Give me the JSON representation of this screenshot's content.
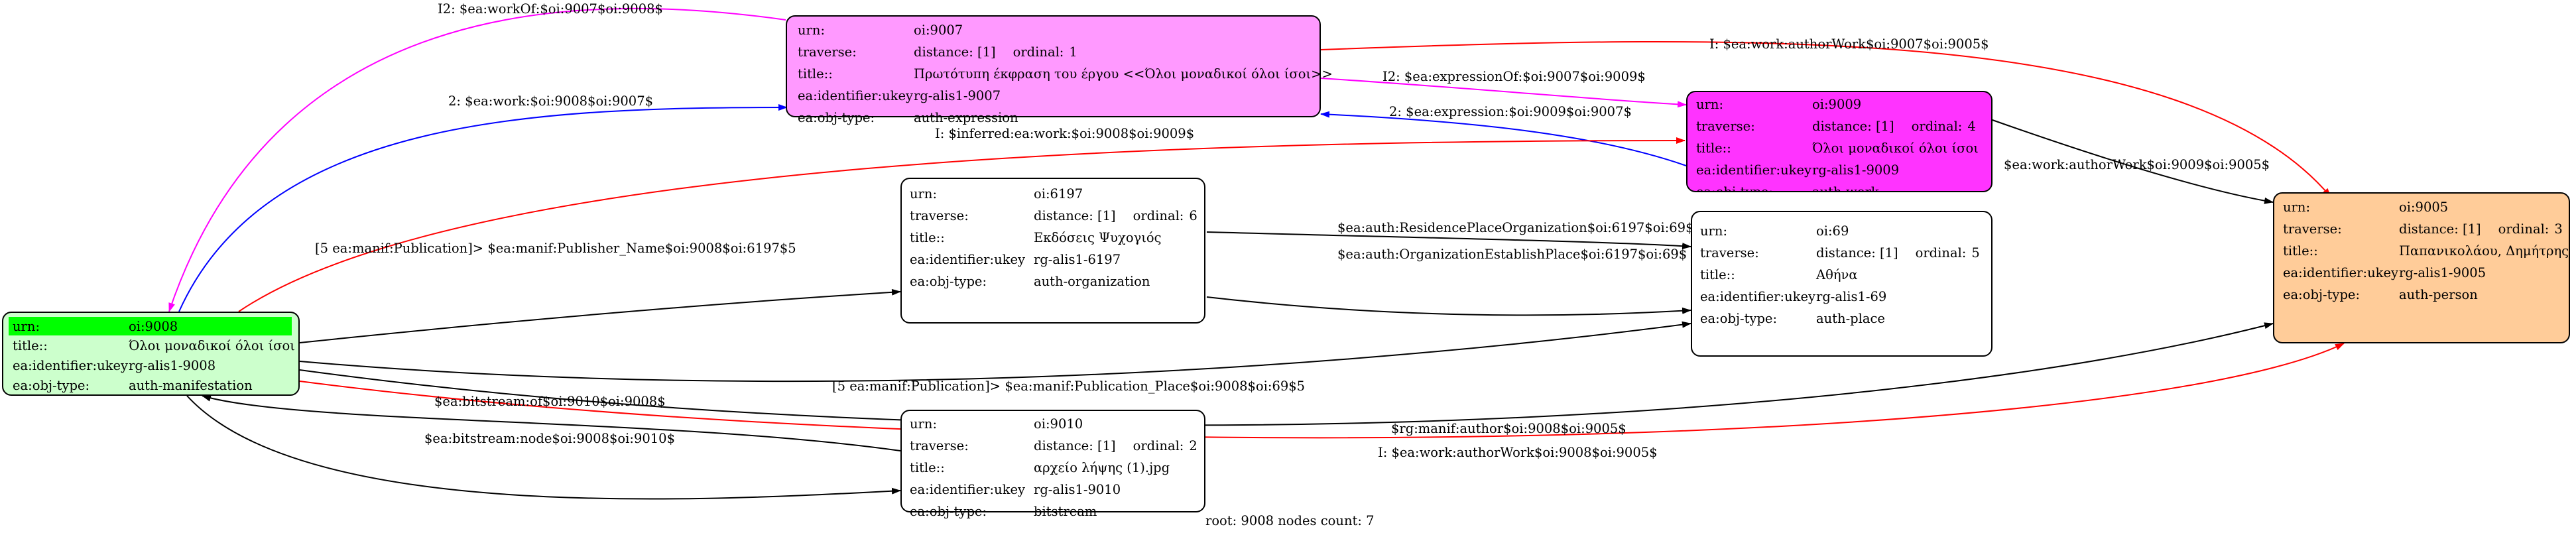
{
  "nodes": {
    "n9007": {
      "urn_key": "urn:",
      "urn": "oi:9007",
      "traverse_key": "traverse:",
      "distance": "distance: [1]",
      "ordinal_key": "ordinal:",
      "ordinal": "1",
      "title_key": "title::",
      "title": "Πρωτότυπη έκφραση του έργου <<Όλοι μοναδικοί όλοι ίσοι>>",
      "ukey_key": "ea:identifier:ukey",
      "ukey": "rg-alis1-9007",
      "type_key": "ea:obj-type:",
      "type": "auth-expression",
      "color": "#ff99ff"
    },
    "n9009": {
      "urn_key": "urn:",
      "urn": "oi:9009",
      "traverse_key": "traverse:",
      "distance": "distance: [1]",
      "ordinal_key": "ordinal:",
      "ordinal": "4",
      "title_key": "title::",
      "title": "Όλοι μοναδικοί όλοι ίσοι",
      "ukey_key": "ea:identifier:ukey",
      "ukey": "rg-alis1-9009",
      "type_key": "ea:obj-type:",
      "type": "auth-work",
      "color": "#ff33ff"
    },
    "n9005": {
      "urn_key": "urn:",
      "urn": "oi:9005",
      "traverse_key": "traverse:",
      "distance": "distance: [1]",
      "ordinal_key": "ordinal:",
      "ordinal": "3",
      "title_key": "title::",
      "title": "Παπανικολάου, Δημήτρης",
      "ukey_key": "ea:identifier:ukey",
      "ukey": "rg-alis1-9005",
      "type_key": "ea:obj-type:",
      "type": "auth-person",
      "color": "#ffcc99"
    },
    "n9008": {
      "urn_key": "urn:",
      "urn": "oi:9008",
      "title_key": "title::",
      "title": "Όλοι μοναδικοί όλοι ίσοι",
      "ukey_key": "ea:identifier:ukey",
      "ukey": "rg-alis1-9008",
      "type_key": "ea:obj-type:",
      "type": "auth-manifestation",
      "color": "#ccffcc",
      "highlight": "#00ff00"
    },
    "n6197": {
      "urn_key": "urn:",
      "urn": "oi:6197",
      "traverse_key": "traverse:",
      "distance": "distance: [1]",
      "ordinal_key": "ordinal:",
      "ordinal": "6",
      "title_key": "title::",
      "title": "Εκδόσεις Ψυχογιός",
      "ukey_key": "ea:identifier:ukey",
      "ukey": "rg-alis1-6197",
      "type_key": "ea:obj-type:",
      "type": "auth-organization",
      "color": "#ffffff"
    },
    "n69": {
      "urn_key": "urn:",
      "urn": "oi:69",
      "traverse_key": "traverse:",
      "distance": "distance: [1]",
      "ordinal_key": "ordinal:",
      "ordinal": "5",
      "title_key": "title::",
      "title": "Αθήνα",
      "ukey_key": "ea:identifier:ukey",
      "ukey": "rg-alis1-69",
      "type_key": "ea:obj-type:",
      "type": "auth-place",
      "color": "#ffffff"
    },
    "n9010": {
      "urn_key": "urn:",
      "urn": "oi:9010",
      "traverse_key": "traverse:",
      "distance": "distance: [1]",
      "ordinal_key": "ordinal:",
      "ordinal": "2",
      "title_key": "title::",
      "title": "αρχείο λήψης (1).jpg",
      "ukey_key": "ea:identifier:ukey",
      "ukey": "rg-alis1-9010",
      "type_key": "ea:obj-type:",
      "type": "bitstream",
      "color": "#ffffff"
    }
  },
  "edges": {
    "workOf": "I2: $ea:workOf:$oi:9007$oi:9008$",
    "work9008_9007": "2: $ea:work:$oi:9008$oi:9007$",
    "authorWork9007_9005": "I: $ea:work:authorWork$oi:9007$oi:9005$",
    "expressionOf": "I2: $ea:expressionOf:$oi:9007$oi:9009$",
    "expression9009_9007": "2: $ea:expression:$oi:9009$oi:9007$",
    "inferredWork": "I: $inferred:ea:work:$oi:9008$oi:9009$",
    "authorWork9009_9005": "$ea:work:authorWork$oi:9009$oi:9005$",
    "publisherName": "[5 ea:manif:Publication]> $ea:manif:Publisher_Name$oi:9008$oi:6197$5",
    "residencePlace": "$ea:auth:ResidencePlaceOrganization$oi:6197$oi:69$",
    "establishPlace": "$ea:auth:OrganizationEstablishPlace$oi:6197$oi:69$",
    "publicationPlace": "[5 ea:manif:Publication]> $ea:manif:Publication_Place$oi:9008$oi:69$5",
    "rgAuthor": "$rg:manif:author$oi:9008$oi:9005$",
    "authorWork9008_9005": "I: $ea:work:authorWork$oi:9008$oi:9005$",
    "bitstreamOf": "$ea:bitstream:of$oi:9010$oi:9008$",
    "bitstreamNode": "$ea:bitstream:node$oi:9008$oi:9010$"
  },
  "footer": "root: 9008 nodes count: 7"
}
